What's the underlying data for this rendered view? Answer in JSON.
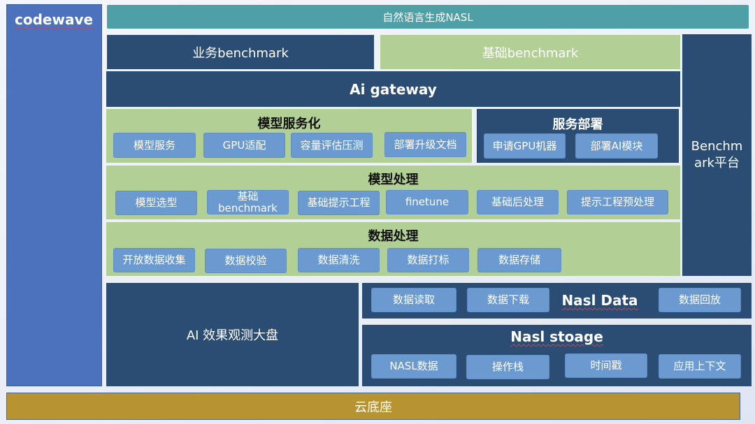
{
  "sidebar": {
    "brand": "codewave"
  },
  "top_bar": {
    "label": "自然语言生成NASL"
  },
  "benchmarks": {
    "business": "业务benchmark",
    "basic": "基础benchmark"
  },
  "gateway": {
    "label": "Ai gateway"
  },
  "benchmark_platform": {
    "label": "Benchmark平台"
  },
  "model_service": {
    "title": "模型服务化",
    "items": [
      "模型服务",
      "GPU适配",
      "容量评估压测",
      "部署升级文档"
    ]
  },
  "service_deploy": {
    "title": "服务部署",
    "items": [
      "申请GPU机器",
      "部署AI模块"
    ]
  },
  "model_processing": {
    "title": "模型处理",
    "items": [
      "模型选型",
      "基础 benchmark",
      "基础提示工程",
      "finetune",
      "基础后处理",
      "提示工程预处理"
    ]
  },
  "data_processing": {
    "title": "数据处理",
    "items": [
      "开放数据收集",
      "数据校验",
      "数据清洗",
      "数据打标",
      "数据存储"
    ]
  },
  "ai_dashboard": {
    "label": "AI 效果观测大盘"
  },
  "nasl_data": {
    "title": "Nasl Data",
    "items": [
      "数据读取",
      "数据下载",
      "数据回放"
    ]
  },
  "nasl_storage": {
    "title": "Nasl stoage",
    "items": [
      "NASL数据",
      "操作栈",
      "时间戳",
      "应用上下文"
    ]
  },
  "cloud_base": {
    "label": "云底座"
  },
  "colors": {
    "navy": "#2b4d74",
    "green": "#b2cf95",
    "chip": "#6a9ad0",
    "teal": "#4fa0a6",
    "sidebar": "#4c72bd",
    "gold": "#b89332"
  }
}
